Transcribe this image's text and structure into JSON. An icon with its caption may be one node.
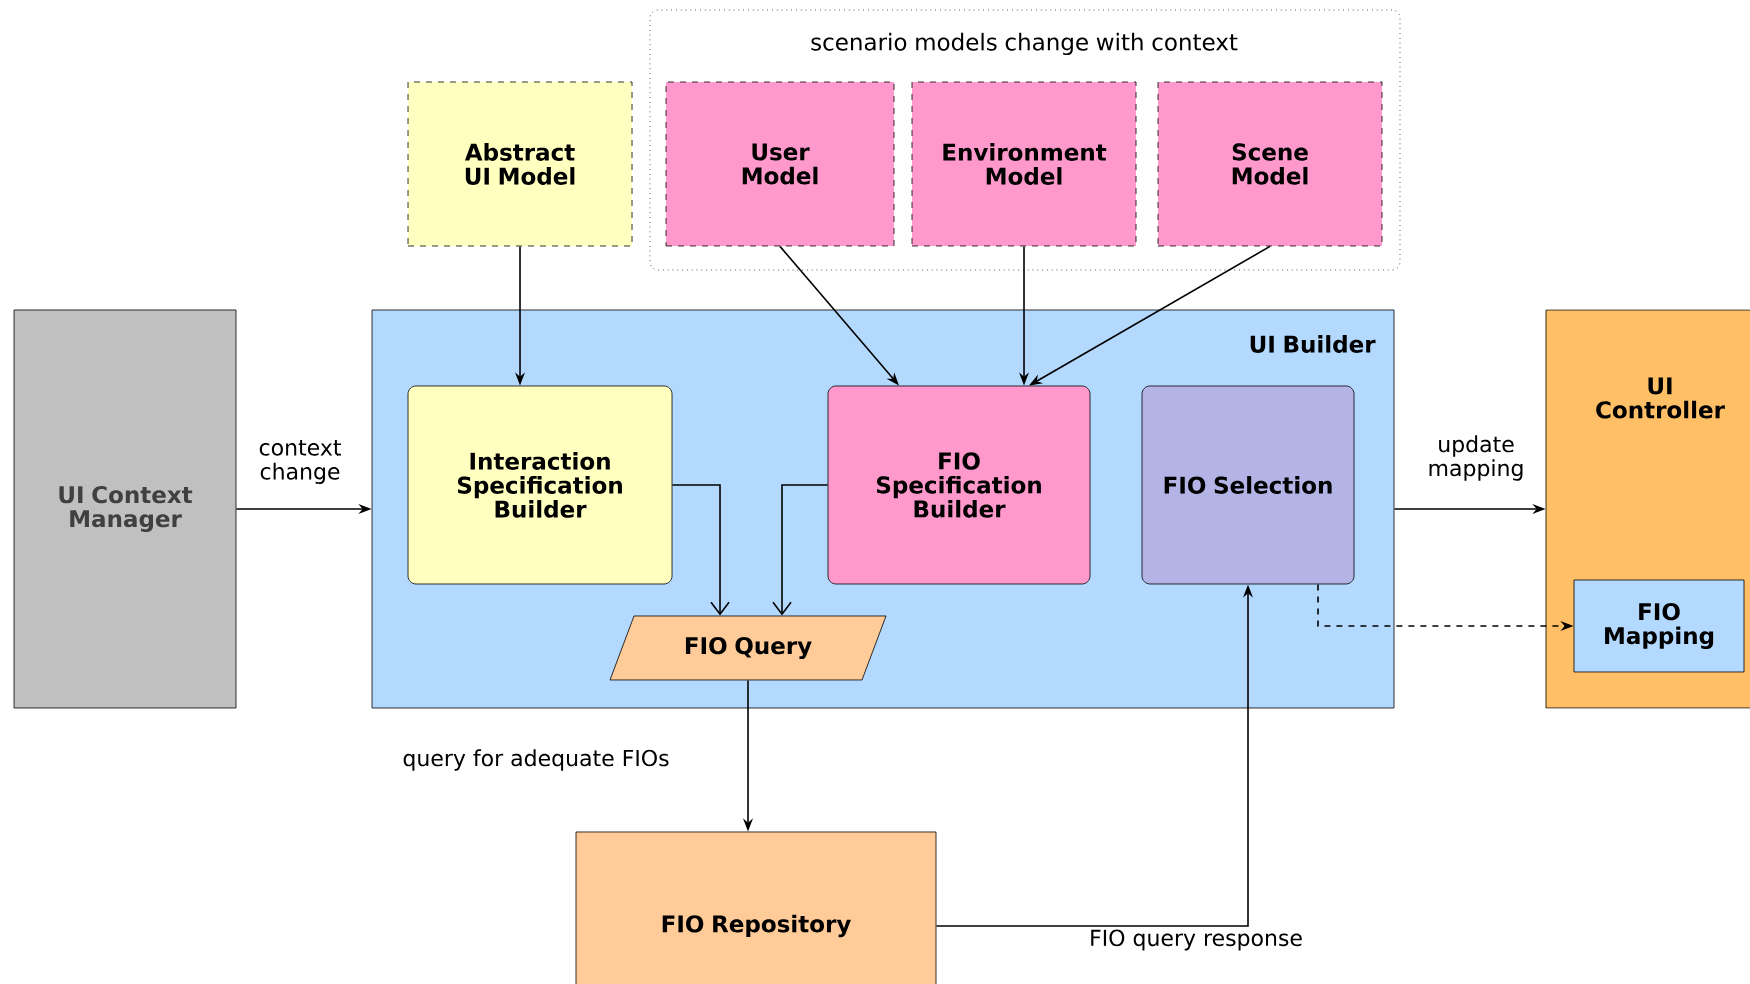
{
  "diagram": {
    "nodes": [
      {
        "text": [
          "UI Context Manager"
        ]
      },
      {
        "text": [
          "Abstract UI Model"
        ]
      },
      {
        "text": [
          "scenario models change with context"
        ]
      },
      {
        "text": [
          "User Model"
        ],
        "in": 2
      },
      {
        "text": [
          "Environment Model"
        ],
        "in": 2
      },
      {
        "text": [
          "Scene Model"
        ],
        "in": 2
      },
      {
        "text": [
          "UI Builder"
        ]
      },
      {
        "text": [
          "Interaction Specification Builder"
        ],
        "in": 6
      },
      {
        "text": [
          "FIO Specification Builder"
        ],
        "in": 6
      },
      {
        "text": [
          "FIO Selection"
        ],
        "in": 6
      },
      {
        "text": [
          "FIO Query"
        ],
        "in": 6
      },
      {
        "text": [
          "UI Controller"
        ]
      },
      {
        "text": [
          "FIO Mapping"
        ],
        "in": 11
      },
      {
        "text": [
          "FIO Repository"
        ]
      }
    ],
    "edges": [
      {
        "from": 0,
        "to": 6,
        "arrow": "to",
        "label": "context change"
      },
      {
        "from": 1,
        "to": 7,
        "arrow": "to"
      },
      {
        "from": 3,
        "to": 8,
        "arrow": "to"
      },
      {
        "from": 4,
        "to": 8,
        "arrow": "to"
      },
      {
        "from": 5,
        "to": 8,
        "arrow": "to"
      },
      {
        "from": 7,
        "to": 10,
        "arrow": "to"
      },
      {
        "from": 8,
        "to": 10,
        "arrow": "to"
      },
      {
        "from": 10,
        "to": 13,
        "arrow": "to",
        "label": "query for adequate FIOs"
      },
      {
        "from": 13,
        "to": 9,
        "arrow": "to",
        "label": "FIO query response"
      },
      {
        "from": 6,
        "to": 11,
        "arrow": "to",
        "label": "update mapping"
      },
      {
        "from": 9,
        "to": 12,
        "arrow": "to",
        "style": "dashed"
      }
    ]
  }
}
